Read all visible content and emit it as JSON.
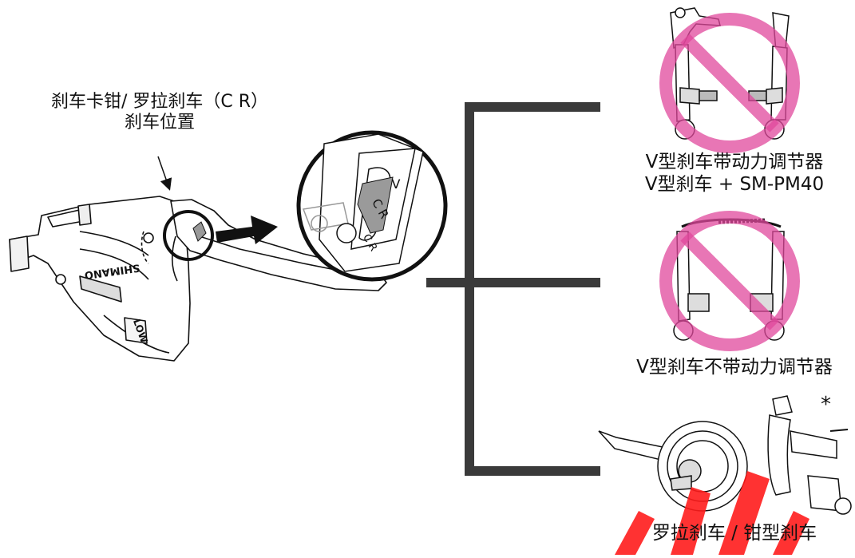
{
  "left_label": {
    "line1": "刹车卡钳/ 罗拉刹车（C R）",
    "line2": "刹车位置"
  },
  "inset": {
    "mark_v": "V",
    "mark_cr": "C R"
  },
  "shifter": {
    "brand": "SHIMANO",
    "low": "LOW"
  },
  "options": [
    {
      "line1": "V型刹车带动力调节器",
      "line2": "V型刹车 + SM-PM40",
      "prohibited": true
    },
    {
      "line1": "V型刹车不带动力调节器",
      "line2": "",
      "prohibited": true
    },
    {
      "line1": "罗拉刹车 / 钳型刹车",
      "line2": "",
      "prohibited": false,
      "asterisk": "*"
    }
  ],
  "colors": {
    "prohibit": "#e0489c",
    "bracket": "#3a3a3a",
    "watermark": "#ff1c1c"
  }
}
